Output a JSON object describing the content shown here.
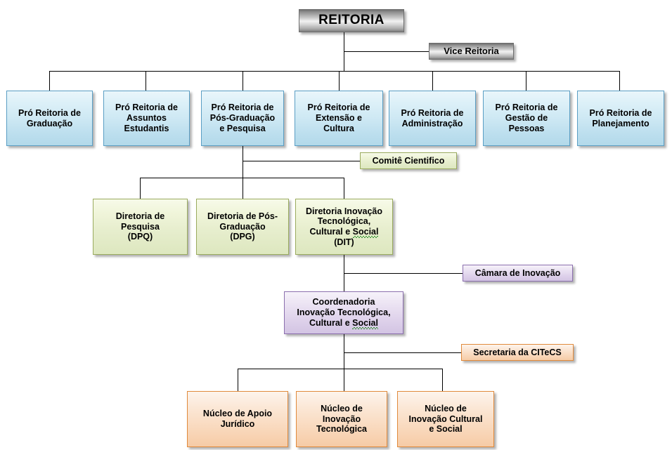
{
  "diagram": {
    "title": "Organograma REITORIA",
    "type": "organizational-chart",
    "language": "pt-BR",
    "colors": {
      "root_box": "#c8c8c8",
      "level2_box": "#cfe9f4",
      "level2_border": "#5a9ec4",
      "level3_box": "#e7eece",
      "level3_border": "#9aab5e",
      "level4_box": "#e0d4ec",
      "level4_border": "#8b6fae",
      "level5_box": "#f9d9bd",
      "level5_border": "#e08a3c",
      "connector": "#000000",
      "spellcheck_underline": "#2f8f2f"
    }
  },
  "nodes": {
    "root": {
      "label": "REITORIA"
    },
    "vice": {
      "label": "Vice Reitoria"
    },
    "pro_reitorias": [
      {
        "line1": "Pró Reitoria de",
        "line2": "Graduação",
        "line3": ""
      },
      {
        "line1": "Pró Reitoria de",
        "line2": "Assuntos",
        "line3": "Estudantis"
      },
      {
        "line1": "Pró Reitoria de",
        "line2": "Pós-Graduação",
        "line3": "e Pesquisa"
      },
      {
        "line1": "Pró Reitoria de",
        "line2": "Extensão e",
        "line3": "Cultura"
      },
      {
        "line1": "Pró Reitoria de",
        "line2": "Administração",
        "line3": ""
      },
      {
        "line1": "Pró Reitoria de",
        "line2": "Gestão de",
        "line3": "Pessoas"
      },
      {
        "line1": "Pró Reitoria de",
        "line2": "Planejamento",
        "line3": ""
      }
    ],
    "comite": {
      "label": "Comitê Cientifico"
    },
    "diretorias": [
      {
        "line1": "Diretoria de",
        "line2": "Pesquisa",
        "line3": "(DPQ)",
        "line4": ""
      },
      {
        "line1": "Diretoria de Pós-",
        "line2": "Graduação",
        "line3": "(DPG)",
        "line4": ""
      },
      {
        "line1": "Diretoria Inovação",
        "line2": "Tecnológica,",
        "line3_a": "Cultural e ",
        "line3_b": "Social",
        "line4": "(DIT)"
      }
    ],
    "camara": {
      "label": "Câmara de Inovação"
    },
    "coordenadoria": {
      "line1": "Coordenadoria",
      "line2": "Inovação Tecnológica,",
      "line3_a": "Cultural e ",
      "line3_b": "Social"
    },
    "secretaria": {
      "label": "Secretaria da CITeCS"
    },
    "nucleos": [
      {
        "line1": "Núcleo de Apoio",
        "line2": "Jurídico",
        "line3": ""
      },
      {
        "line1": "Núcleo de",
        "line2": "Inovação",
        "line3": "Tecnológica"
      },
      {
        "line1": "Núcleo de",
        "line2": "Inovação Cultural",
        "line3": "e Social"
      }
    ]
  }
}
